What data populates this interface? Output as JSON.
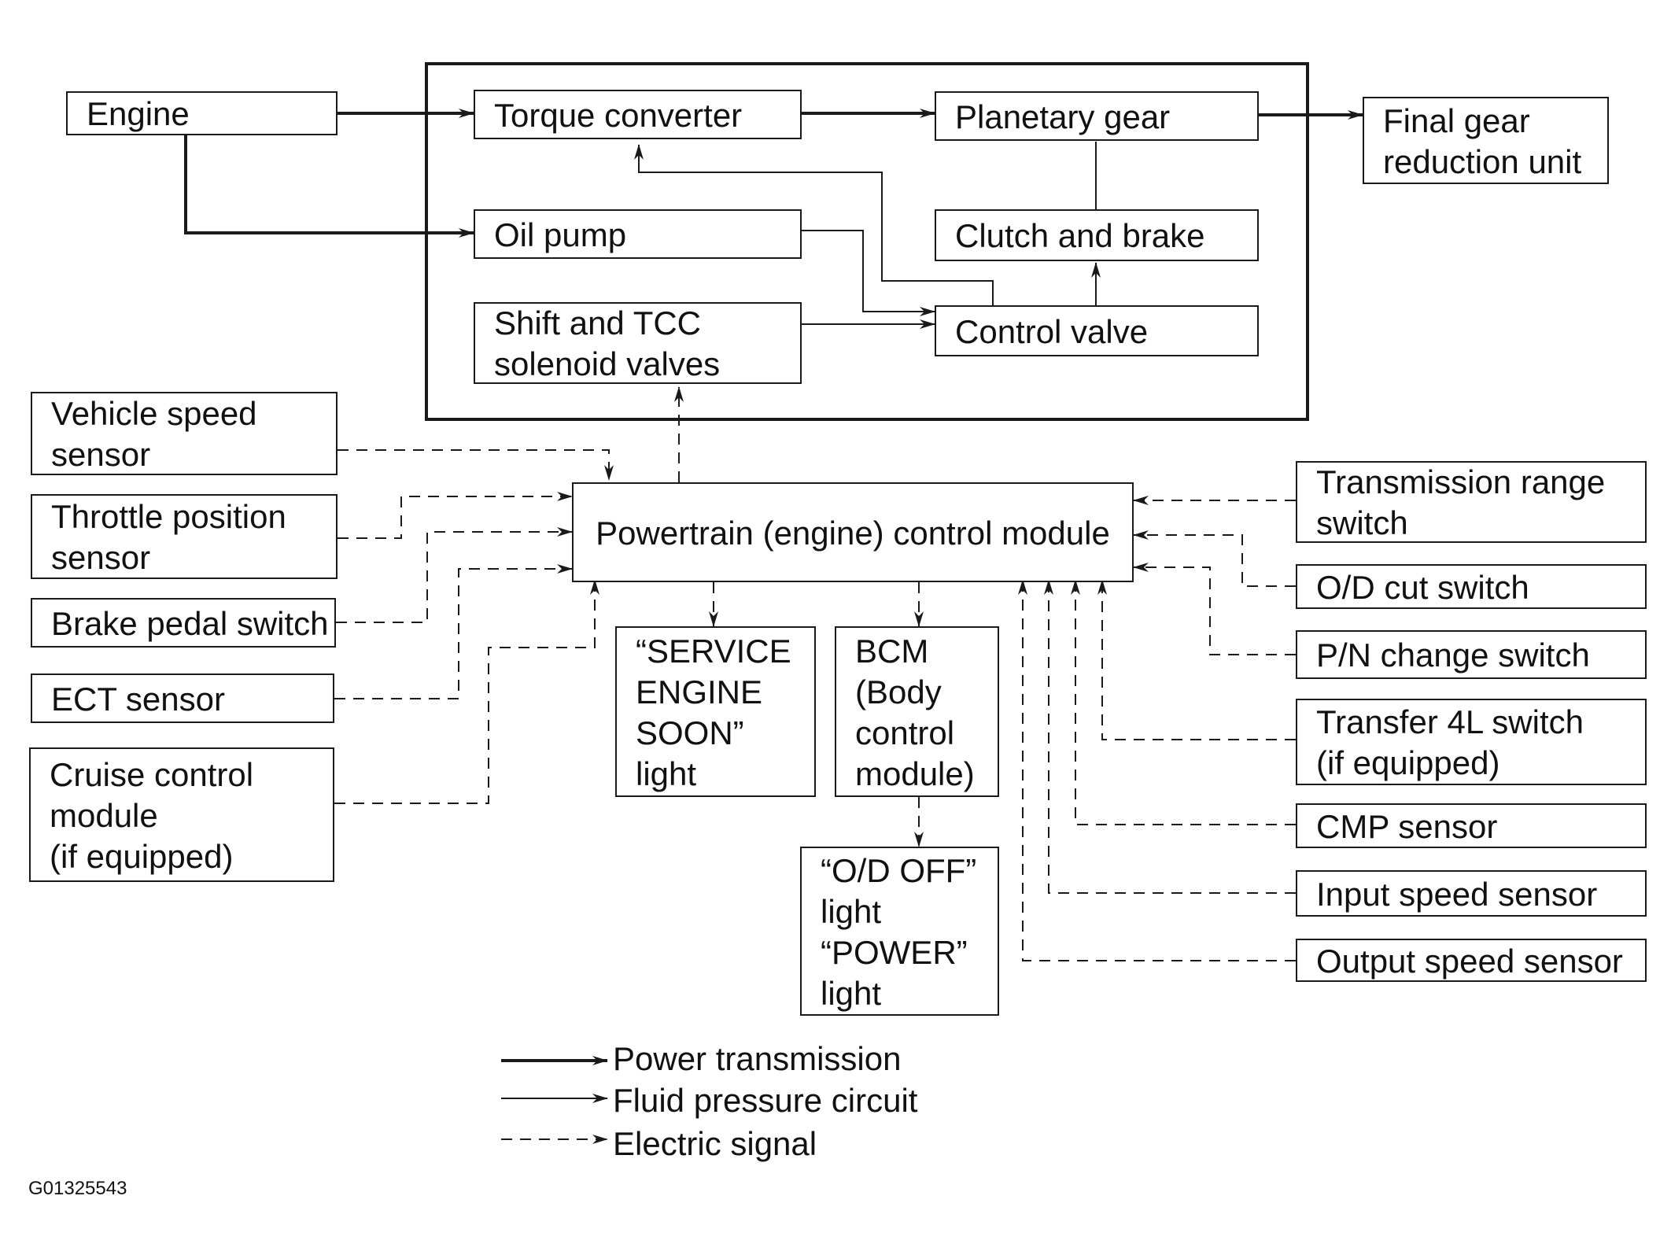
{
  "boxes": {
    "engine": "Engine",
    "torque_converter": "Torque converter",
    "planetary_gear": "Planetary gear",
    "final_gear": "Final gear\nreduction unit",
    "oil_pump": "Oil pump",
    "clutch_brake": "Clutch and brake",
    "solenoid_valves": "Shift and TCC\nsolenoid valves",
    "control_valve": "Control valve",
    "pcm": "Powertrain (engine) control module",
    "vehicle_speed_sensor": "Vehicle speed\nsensor",
    "throttle_position_sensor": "Throttle position\nsensor",
    "brake_pedal_switch": "Brake pedal switch",
    "ect_sensor": "ECT sensor",
    "cruise_control_module": "Cruise control\nmodule\n(if equipped)",
    "service_engine_soon": "“SERVICE\nENGINE\nSOON”\nlight",
    "bcm": "BCM\n(Body\ncontrol\nmodule)",
    "od_off_light": "“O/D OFF”\nlight\n“POWER”\nlight",
    "transmission_range_switch": "Transmission range\nswitch",
    "od_cut_switch": "O/D cut switch",
    "pn_change_switch": "P/N change switch",
    "transfer_4l_switch": "Transfer 4L switch\n(if equipped)",
    "cmp_sensor": "CMP sensor",
    "input_speed_sensor": "Input speed sensor",
    "output_speed_sensor": "Output speed sensor"
  },
  "legend": {
    "power_transmission": "Power transmission",
    "fluid_pressure": "Fluid pressure circuit",
    "electric_signal": "Electric signal"
  },
  "figure_id": "G01325543",
  "colors": {
    "ink": "#1a1a1a",
    "background": "#ffffff"
  }
}
